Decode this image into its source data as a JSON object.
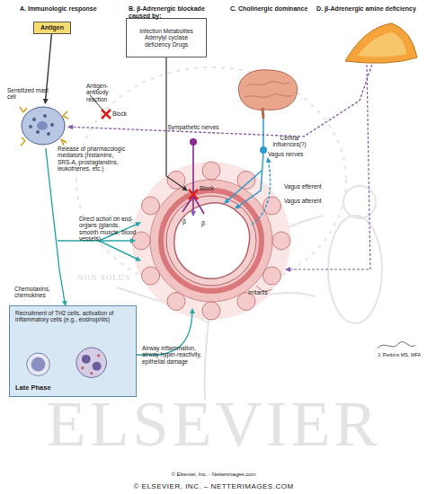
{
  "diagram": {
    "nodes": [
      {
        "text": [
          "Antigen"
        ]
      },
      {
        "text": [
          "Sensitized mast cell"
        ]
      },
      {
        "text": [
          "Infection Metabolites Adenylyl cyclase deficiency Drugs"
        ]
      },
      {
        "text": [
          "D. β-Adrenergic amine deficiency"
        ]
      },
      {
        "text": [
          "Recruitment of TH2 cells, activation of inflammatory cells (e.g., eosinophils)",
          "Late Phase"
        ]
      }
    ],
    "edges": [
      {
        "from": 0,
        "to": 1,
        "arrow": "to"
      },
      {
        "from": 1,
        "to": 4,
        "label": "Chemotaxins, chemokines",
        "arrow": "to"
      },
      {
        "from": 3,
        "to": 1,
        "arrow": "to"
      }
    ],
    "labels": [
      "A. Immunologic response",
      "B. β-Adrenergic blockade caused by:",
      "C. Cholinergic dominance",
      "Antigen-antibody reaction",
      "Block",
      "Central influences(?)",
      "Release of pharmacologic mediators (histamine, SRS-A, prostaglandins, leukotrienes, etc.)",
      "Sympathetic nerves",
      "Vagus nerves",
      "Block",
      "Vagus efferent",
      "Vagus afferent",
      "Direct action on end-organs (glands, smooth muscle, blood vessels)",
      "Airway inflammation, airway hyper-reactivity, epithelial damage",
      "β",
      "β",
      "Irritants",
      "NON SOLUS",
      "J. Perkins MS, MFA",
      "ELSEVIER",
      "© Elsevier, Inc. - Netterimages.com",
      "© ELSEVIER, INC. – NETTERIMAGES.COM"
    ]
  }
}
